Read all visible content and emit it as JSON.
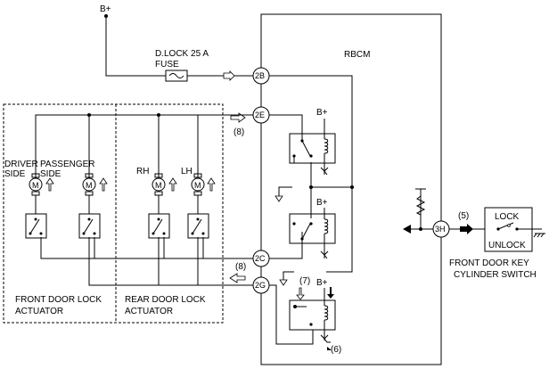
{
  "labels": {
    "bplus_top": "B+",
    "fuse_line1": "D.LOCK 25 A",
    "fuse_line2": "FUSE",
    "module": "RBCM",
    "conn_2b": "2B",
    "conn_2e": "2E",
    "conn_2c": "2C",
    "conn_2g": "2G",
    "conn_3h": "3H",
    "bplus_relay1": "B+",
    "bplus_relay2": "B+",
    "bplus_relay3": "B+",
    "note8_upper": "(8)",
    "note8_lower": "(8)",
    "note7": "(7)",
    "note6": "(6)",
    "note5": "(5)",
    "driver_line1": "DRIVER",
    "driver_line2": "SIDE",
    "passenger_line1": "PASSENGER",
    "passenger_line2": "SIDE",
    "rh": "RH",
    "lh": "LH",
    "motor": "M",
    "front_line1": "FRONT DOOR LOCK",
    "front_line2": "ACTUATOR",
    "rear_line1": "REAR DOOR LOCK",
    "rear_line2": "ACTUATOR",
    "switch_lock": "LOCK",
    "switch_unlock": "UNLOCK",
    "switch_line1": "FRONT DOOR KEY",
    "switch_line2": "CYLINDER SWITCH"
  }
}
